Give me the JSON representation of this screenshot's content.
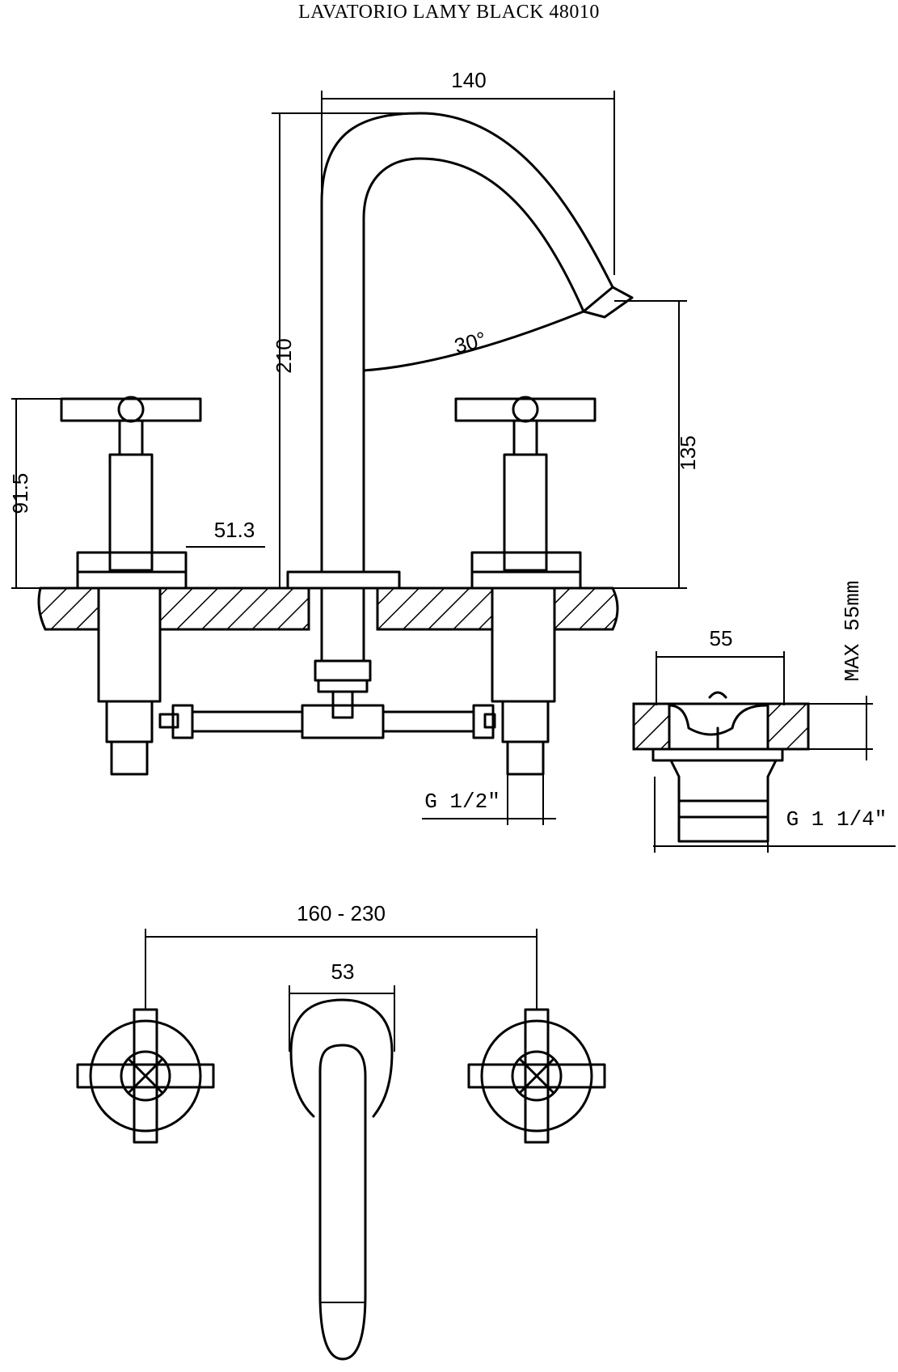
{
  "title": "LAVATORIO LAMY BLACK 48010",
  "dimensions": {
    "spout_reach": "140",
    "spout_height": "210",
    "spout_angle": "30°",
    "outlet_height": "135",
    "handle_height": "91.5",
    "flange_width": "51.3",
    "inlet_thread": "G 1/2\"",
    "waste_width": "55",
    "max_thickness": "MAX 55mm",
    "waste_thread": "G 1 1/4\"",
    "center_distance": "160 - 230",
    "base_width": "53"
  }
}
